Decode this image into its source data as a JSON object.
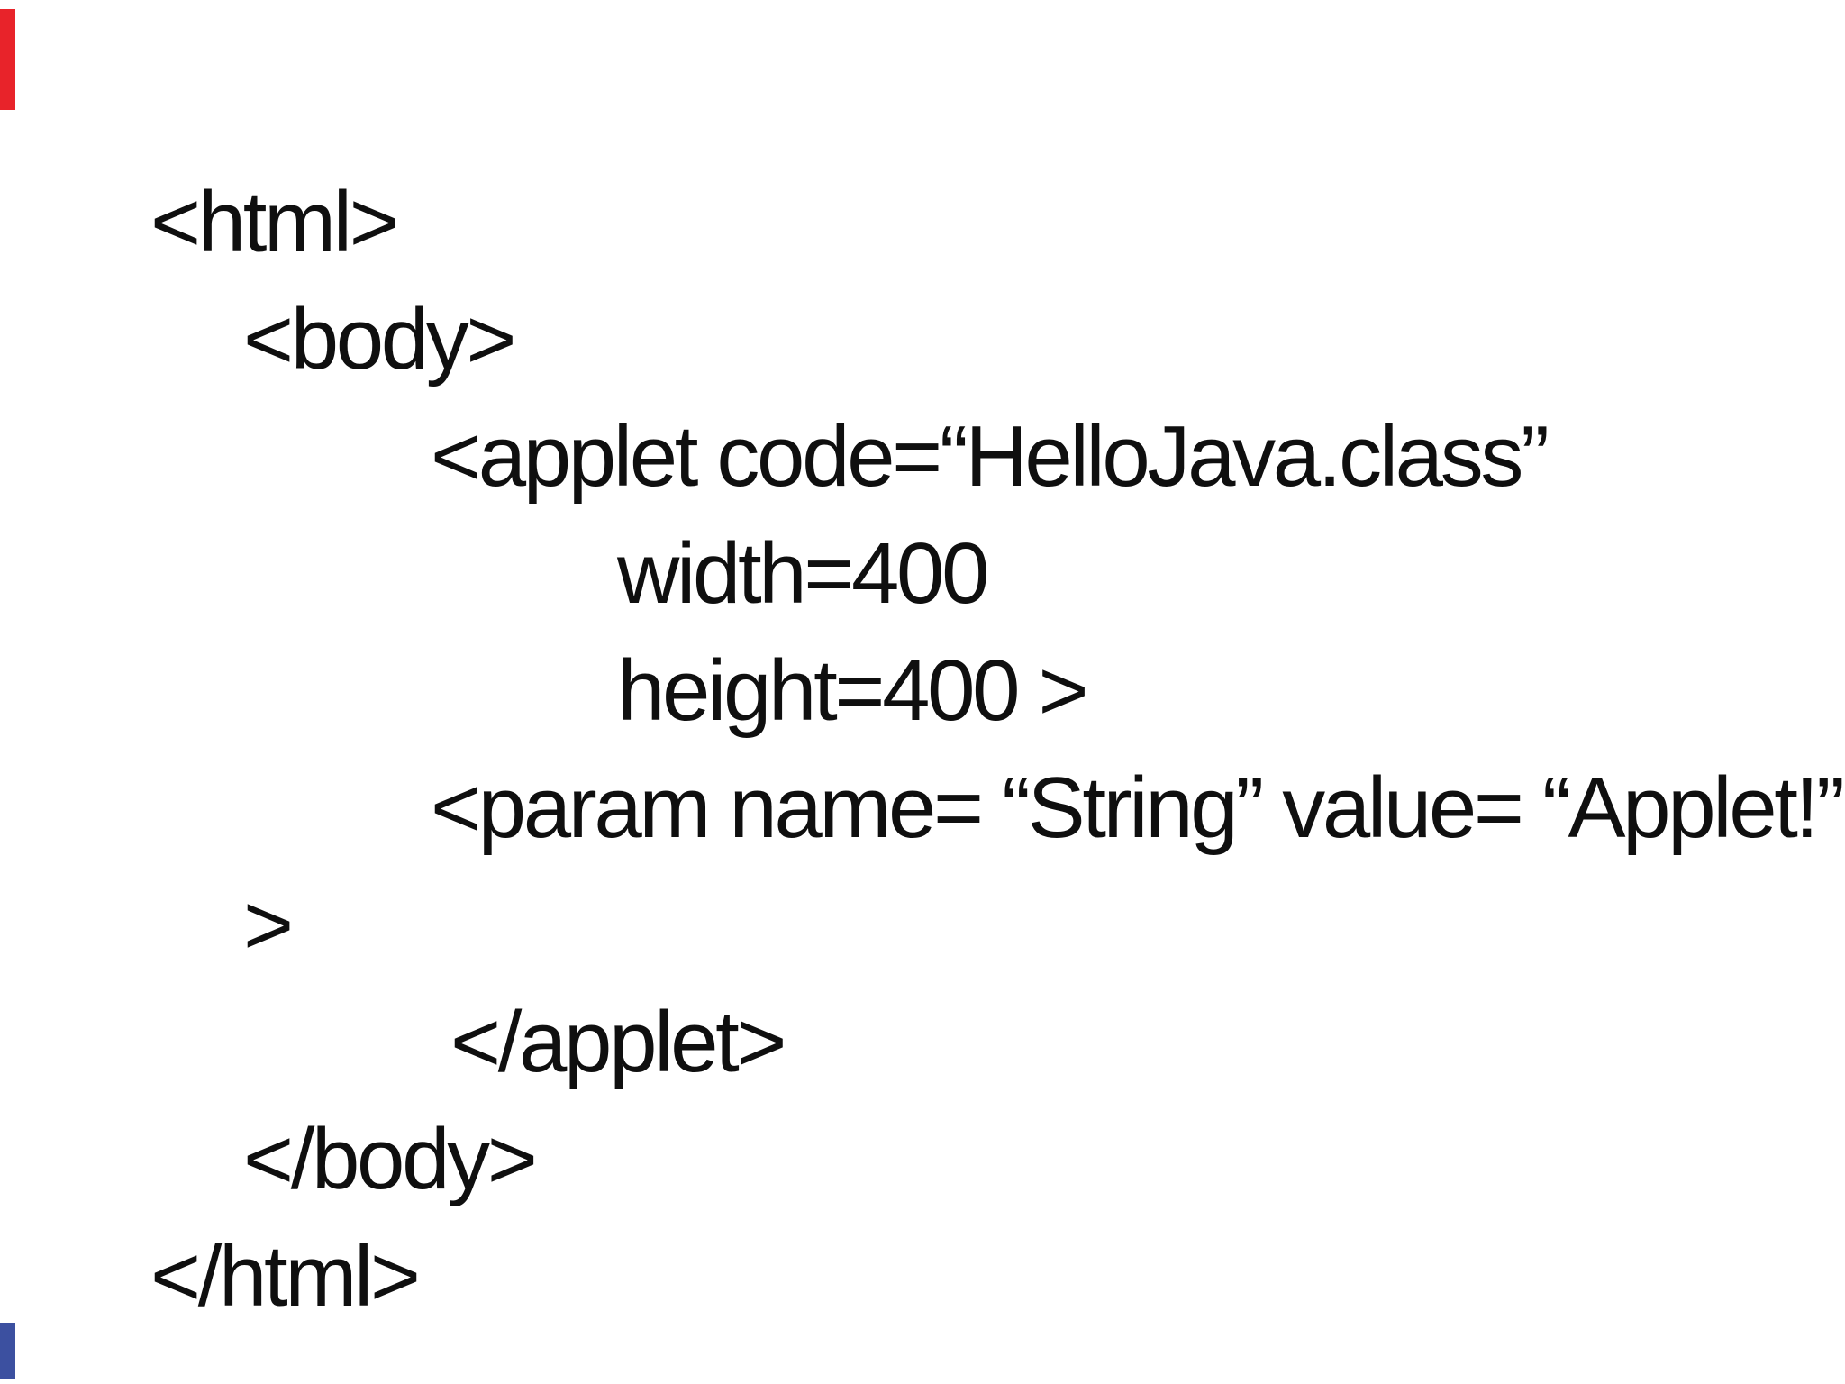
{
  "slide": {
    "background_color": "#ffffff",
    "text_color": "#0f0f0f",
    "accent_colors": {
      "red_bar": "#e8232a",
      "blue_bar": "#3c50a0"
    },
    "code": {
      "language": "html",
      "lines": [
        {
          "text": "<html>",
          "indent": 0
        },
        {
          "text": "<body>",
          "indent": 1
        },
        {
          "text": "<applet code=“HelloJava.class”",
          "indent": 2
        },
        {
          "text": "width=400",
          "indent": 3
        },
        {
          "text": "height=400 >",
          "indent": 3
        },
        {
          "text": "<param name= “String” value= “Applet!”",
          "indent": 2
        },
        {
          "text": ">",
          "indent": 1
        },
        {
          "text": "</applet>",
          "indent": 2
        },
        {
          "text": "</body>",
          "indent": 1
        },
        {
          "text": "</html>",
          "indent": 0
        }
      ]
    }
  }
}
